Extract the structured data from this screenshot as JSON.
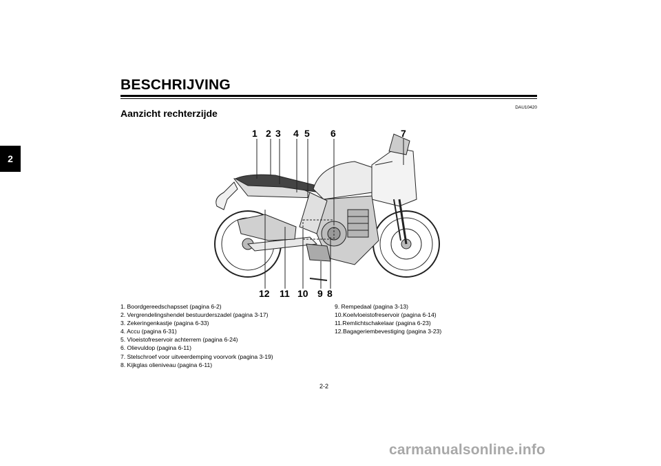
{
  "header": {
    "title": "BESCHRIJVING",
    "chapter_tab": "2",
    "doc_code": "DAU10420"
  },
  "section": {
    "heading": "Aanzicht rechterzijde"
  },
  "figure": {
    "callouts_top": [
      "1",
      "2",
      "3",
      "4",
      "5",
      "6",
      "7"
    ],
    "callouts_bottom": [
      "12",
      "11",
      "10",
      "9",
      "8"
    ]
  },
  "legend": {
    "left": [
      "1. Boordgereedschapsset (pagina 6-2)",
      "2. Vergrendelingshendel bestuurderszadel (pagina 3-17)",
      "3. Zekeringenkastje (pagina 6-33)",
      "4. Accu (pagina 6-31)",
      "5. Vloeistofreservoir achterrem (pagina 6-24)",
      "6. Olievuldop (pagina 6-11)",
      "7. Stelschroef voor uitveerdemping voorvork (pagina 3-19)",
      "8. Kijkglas olieniveau (pagina 6-11)"
    ],
    "right": [
      "9. Rempedaal (pagina 3-13)",
      "10.Koelvloeistofreservoir (pagina 6-14)",
      "11.Remlichtschakelaar (pagina 6-23)",
      "12.Bagageriembevestiging (pagina 3-23)"
    ]
  },
  "footer": {
    "page_number": "2-2",
    "watermark": "carmanualsonline.info"
  }
}
